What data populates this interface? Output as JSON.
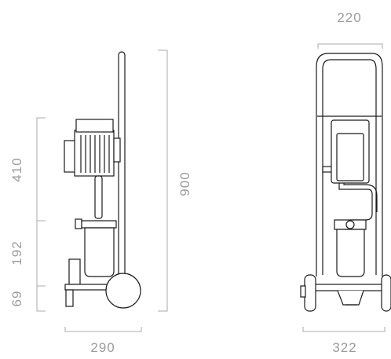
{
  "dimensions": {
    "side_width": "290",
    "front_width": "322",
    "handle_width": "220",
    "total_height": "900",
    "motor_height": "410",
    "filter_height": "192",
    "base_height": "69"
  },
  "colors": {
    "line": "#1a1a1a",
    "dimension": "#a8a8a8",
    "label": "#9c9c9c"
  }
}
